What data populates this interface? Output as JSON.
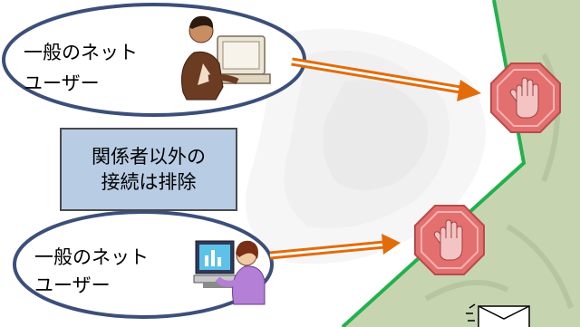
{
  "user_top": {
    "line1": "一般のネット",
    "line2": "ユーザー"
  },
  "user_bottom": {
    "line1": "一般のネット",
    "line2": "ユーザー"
  },
  "info": {
    "line1": "関係者以外の",
    "line2": "接続は排除"
  },
  "icons": {
    "stop": "stop-hand-icon",
    "user1": "businessman-at-computer-icon",
    "user2": "woman-at-computer-icon",
    "mail": "envelope-icon"
  },
  "colors": {
    "ellipse_border": "#3c4f7a",
    "arrow": "#e36c0a",
    "stop_fill": "#e46f6f",
    "boundary": "#22b14c",
    "zone_fill": "#c6d5b0",
    "info_box": "#b8cce4"
  }
}
